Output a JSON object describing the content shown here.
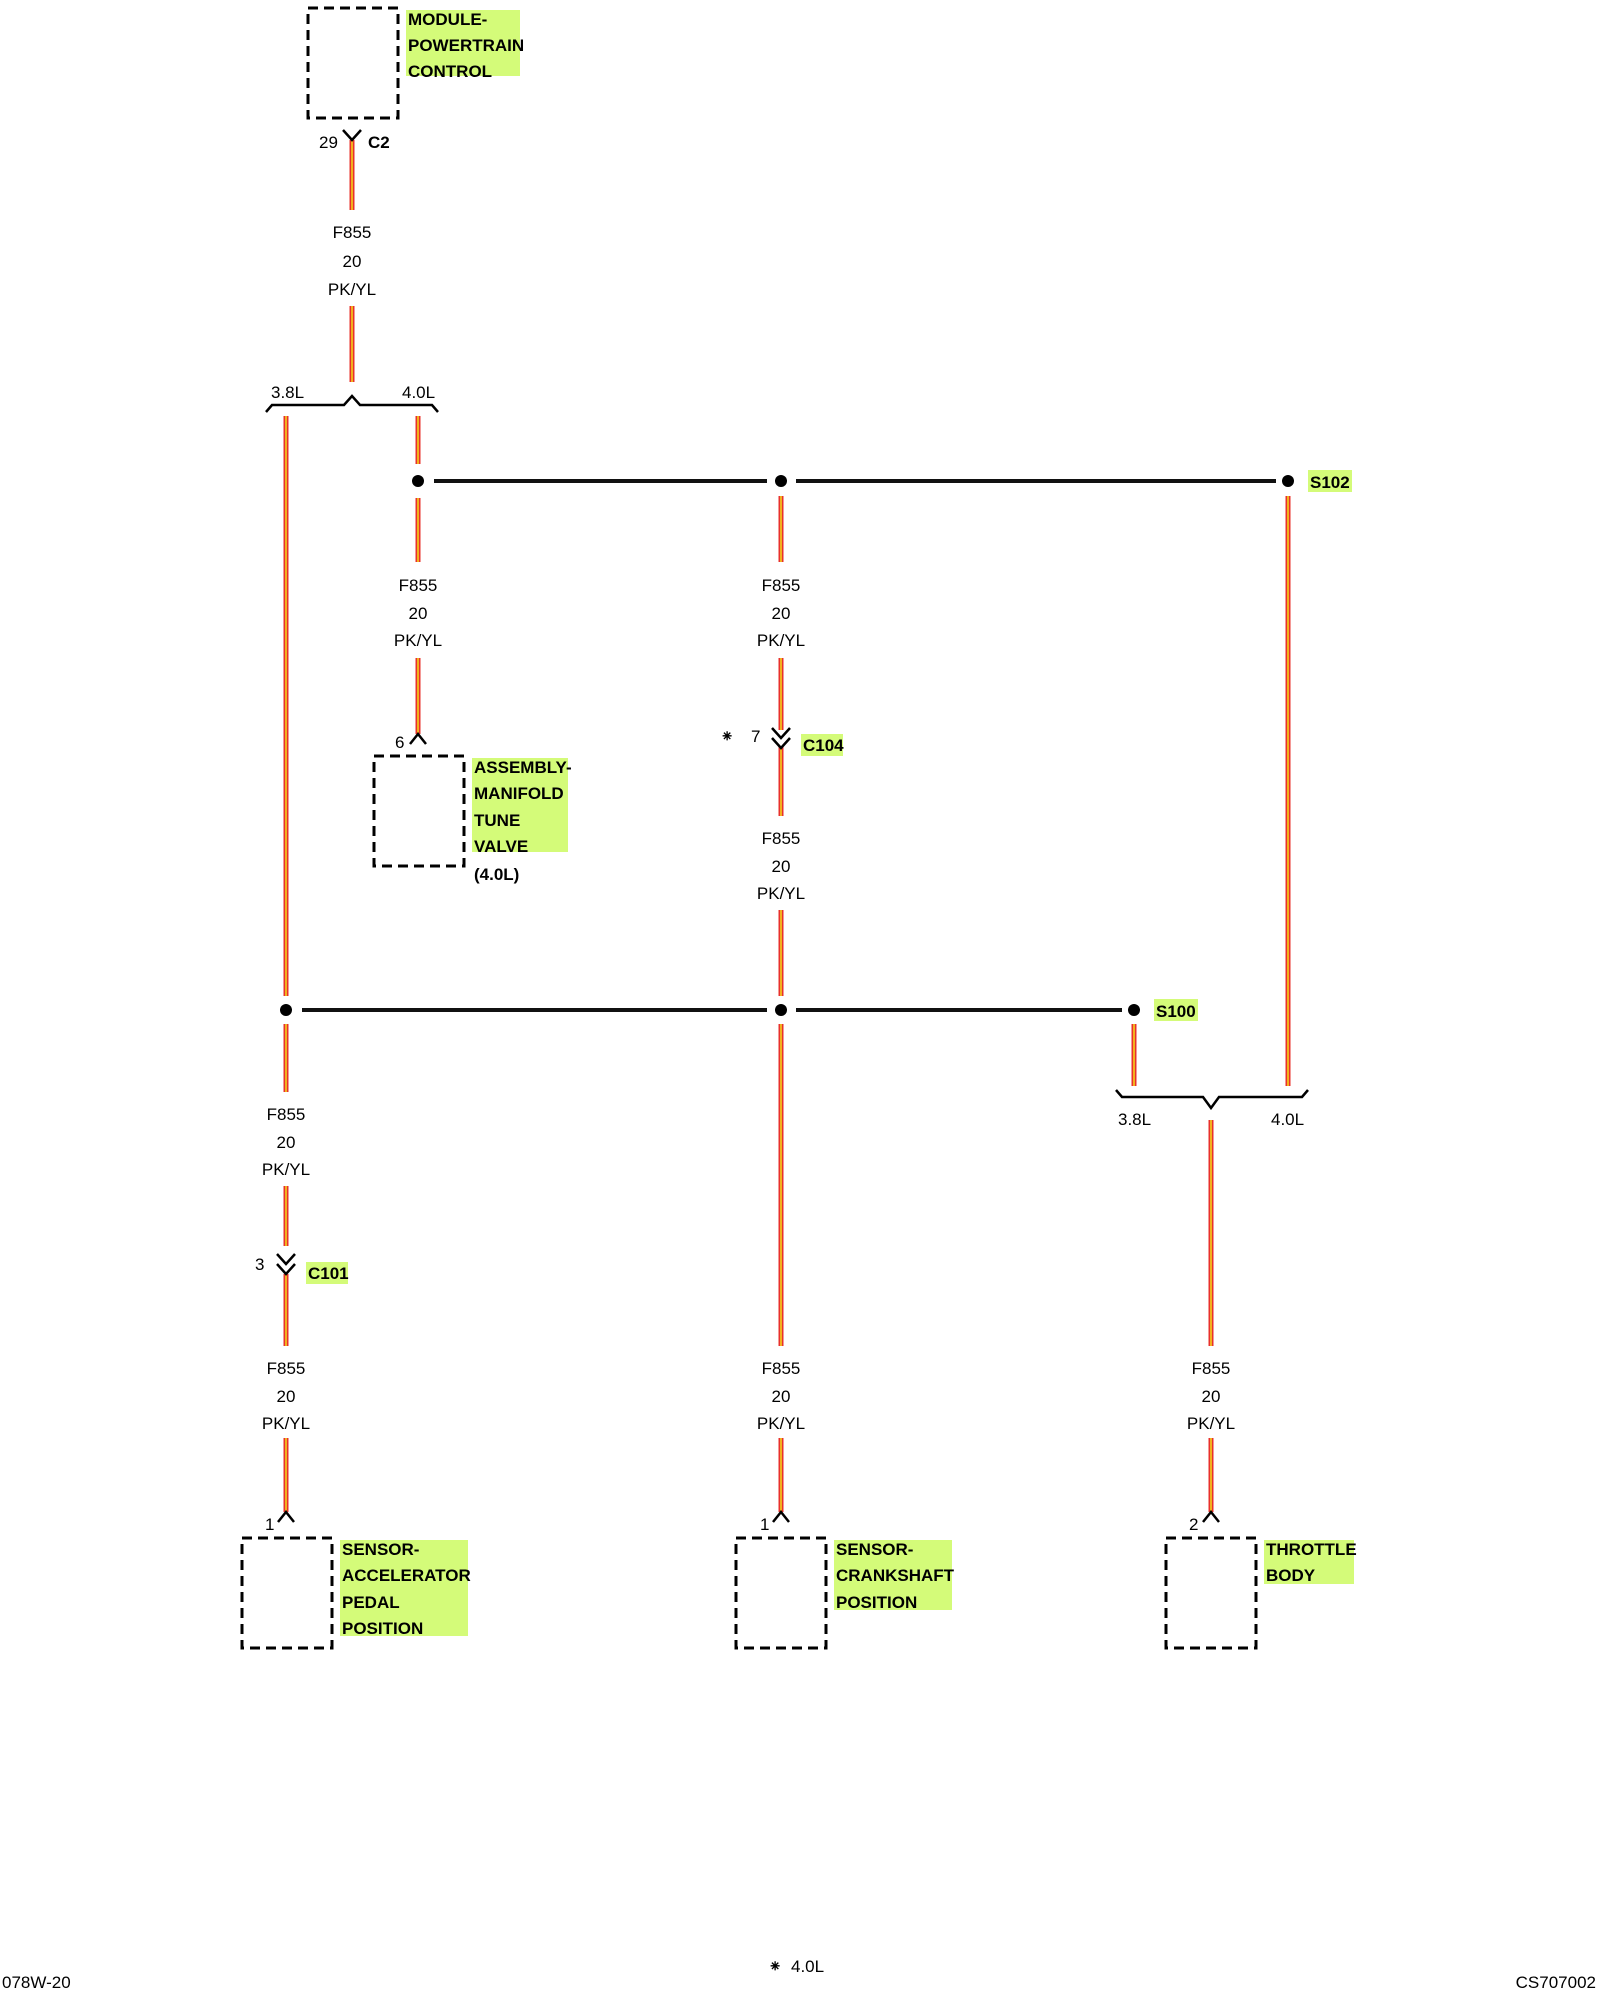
{
  "components": {
    "pcm": {
      "lines": [
        "MODULE-",
        "POWERTRAIN",
        "CONTROL"
      ],
      "pin": "29",
      "connector": "C2"
    },
    "mtv": {
      "lines": [
        "ASSEMBLY-",
        "MANIFOLD",
        "TUNE",
        "VALVE"
      ],
      "note": "(4.0L)",
      "pin": "6"
    },
    "app": {
      "lines": [
        "SENSOR-",
        "ACCELERATOR",
        "PEDAL",
        "POSITION"
      ],
      "pin": "1"
    },
    "ckp": {
      "lines": [
        "SENSOR-",
        "CRANKSHAFT",
        "POSITION"
      ],
      "pin": "1"
    },
    "tb": {
      "lines": [
        "THROTTLE",
        "BODY"
      ],
      "pin": "2"
    }
  },
  "wire": {
    "circuit": "F855",
    "gauge": "20",
    "color": "PK/YL"
  },
  "wire_colors": {
    "primary": "#e8312b",
    "tracer": "#f3d21c",
    "bus": "#111111",
    "highlight": "#d4fb79"
  },
  "splices": {
    "s102": "S102",
    "s100": "S100"
  },
  "connectors": {
    "c104": {
      "name": "C104",
      "pin": "7",
      "marker": "⁕"
    },
    "c101": {
      "name": "C101",
      "pin": "3"
    }
  },
  "branches": {
    "top": {
      "left": "3.8L",
      "right": "4.0L"
    },
    "right": {
      "left": "3.8L",
      "right": "4.0L"
    }
  },
  "footer": {
    "left": "078W-20",
    "note_symbol": "⁕",
    "note_text": "4.0L",
    "right": "CS707002"
  }
}
